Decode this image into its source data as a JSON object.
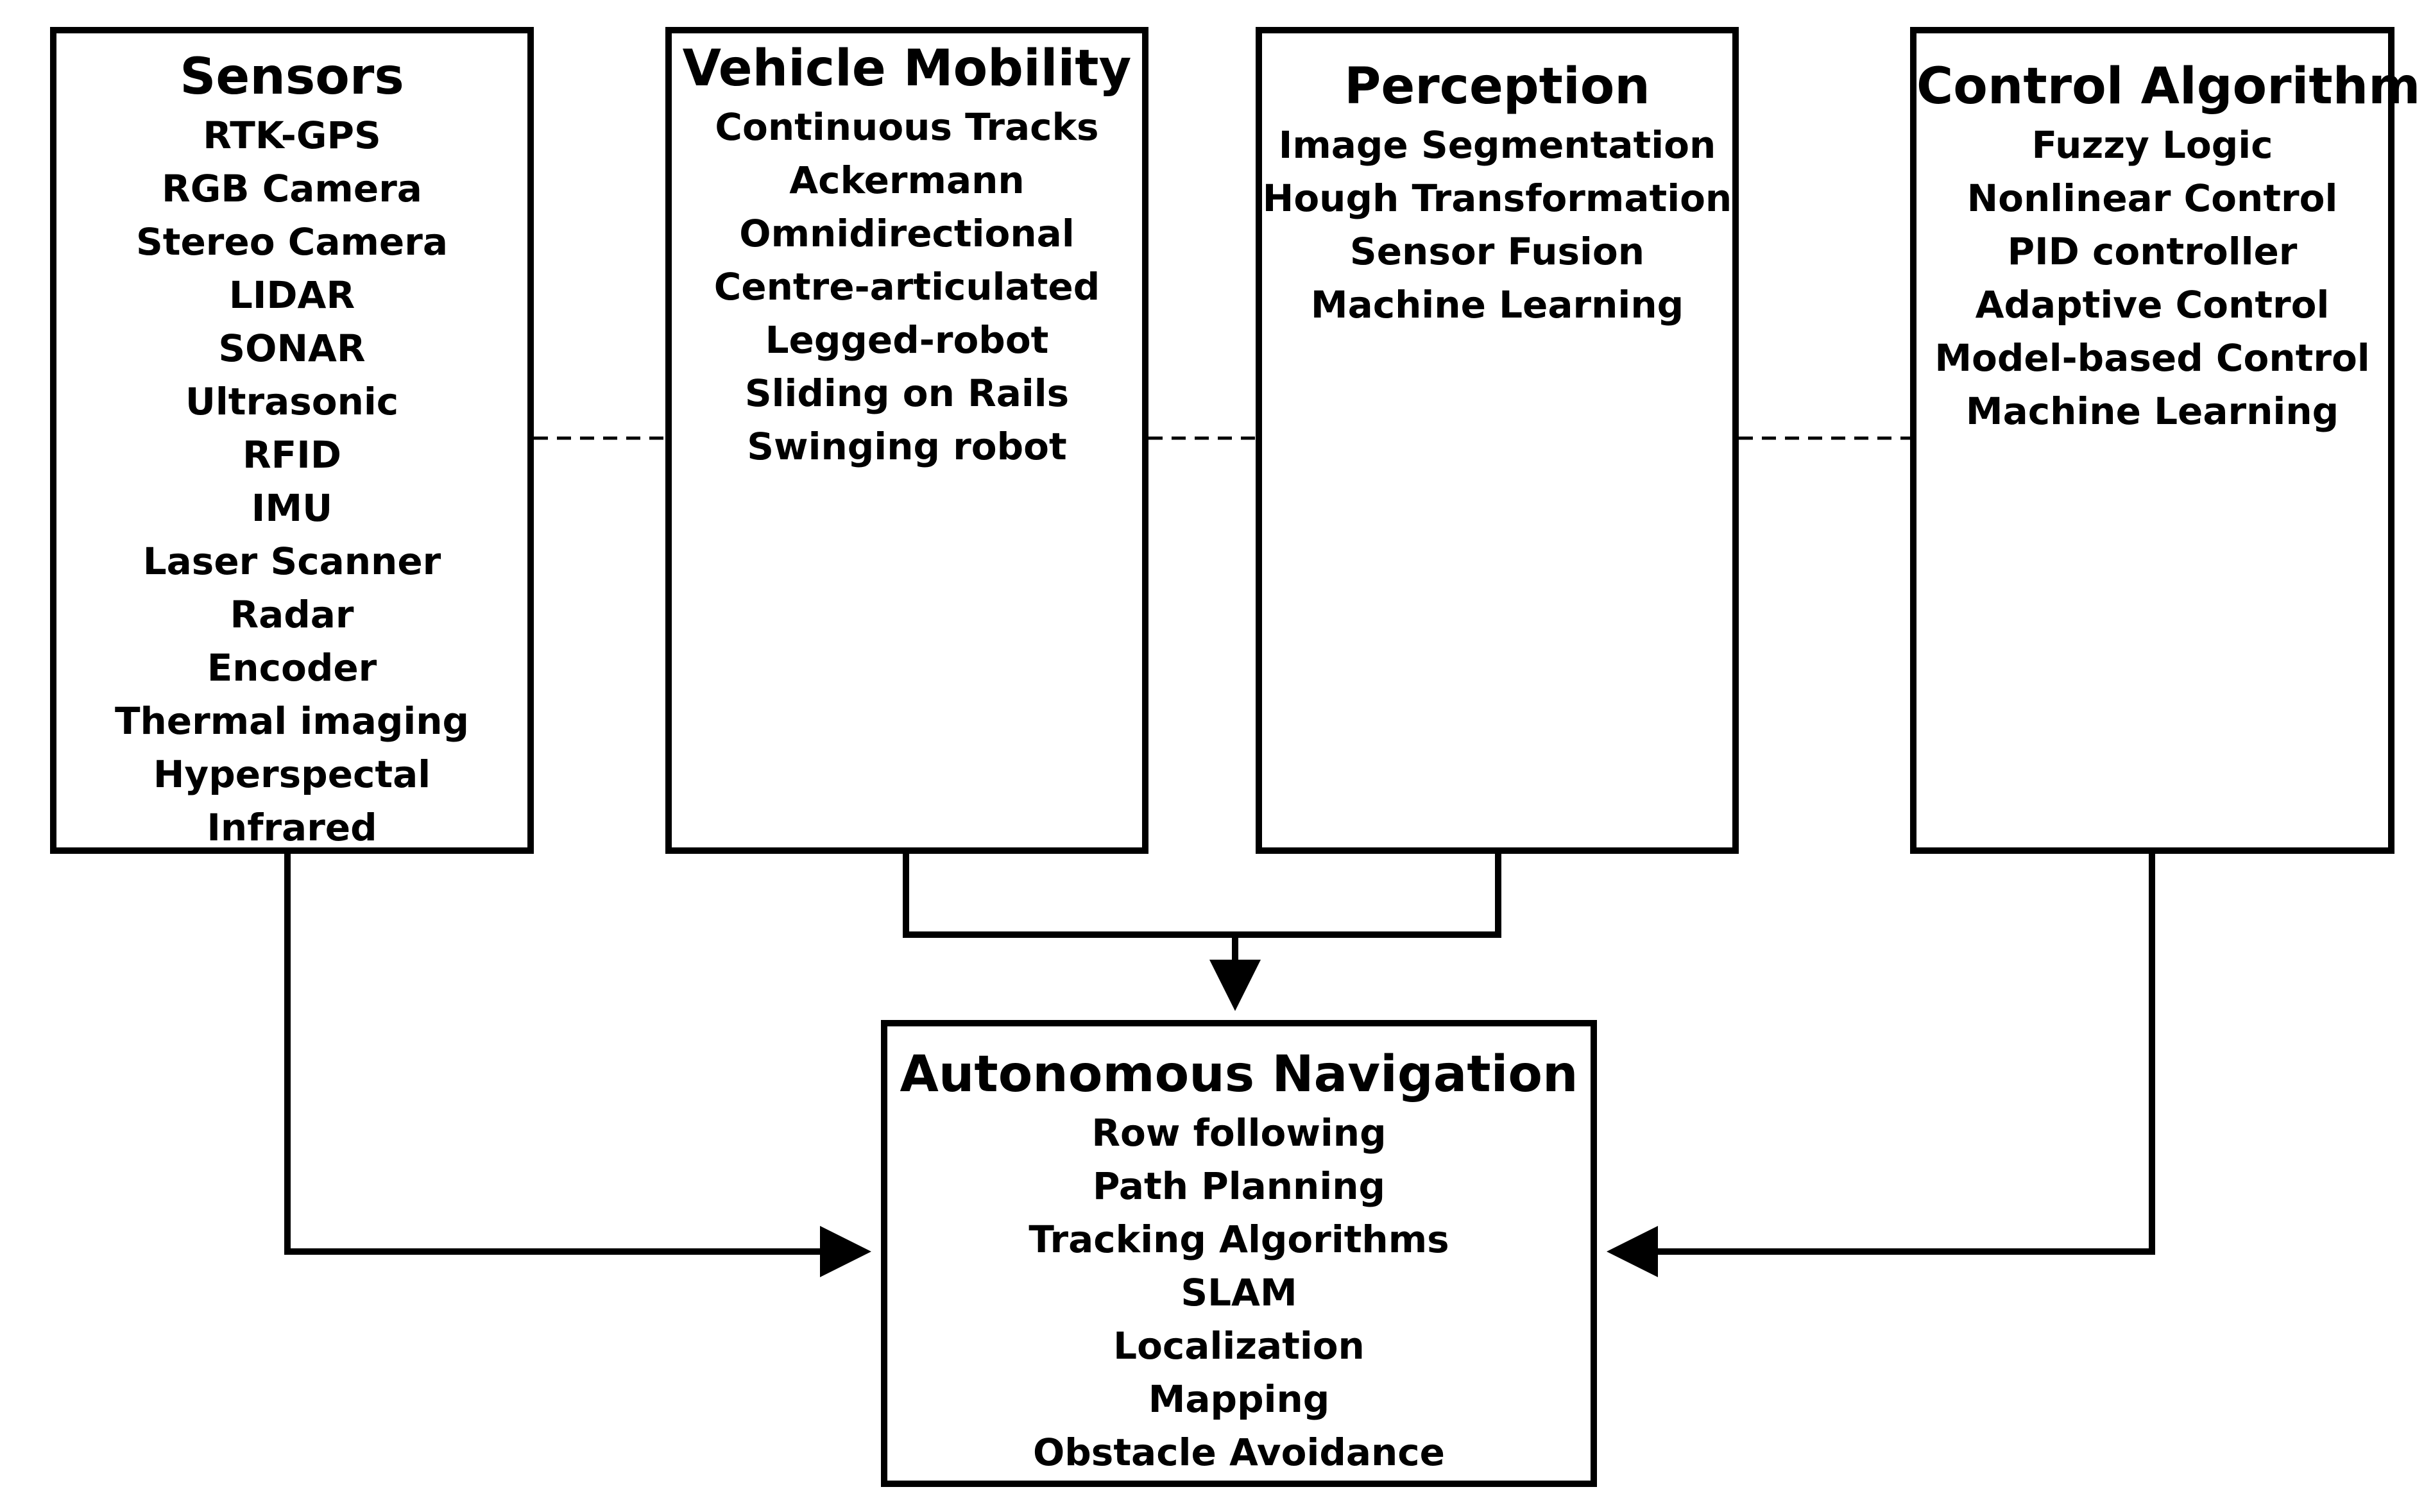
{
  "colors": {
    "stroke": "#000000",
    "background": "#ffffff"
  },
  "sensors": {
    "title": "Sensors",
    "items": [
      "RTK-GPS",
      "RGB Camera",
      "Stereo Camera",
      "LIDAR",
      "SONAR",
      "Ultrasonic",
      "RFID",
      "IMU",
      "Laser Scanner",
      "Radar",
      "Encoder",
      "Thermal imaging",
      "Hyperspectal",
      "Infrared"
    ]
  },
  "mobility": {
    "title": "Vehicle Mobility",
    "items": [
      "Continuous Tracks",
      "Ackermann",
      "Omnidirectional",
      "Centre-articulated",
      "Legged-robot",
      "Sliding on Rails",
      "Swinging robot"
    ]
  },
  "perception": {
    "title": "Perception",
    "items": [
      "Image Segmentation",
      "Hough Transformation",
      "Sensor Fusion",
      "Machine Learning"
    ]
  },
  "control": {
    "title": "Control Algorithm",
    "items": [
      "Fuzzy Logic",
      "Nonlinear Control",
      "PID controller",
      "Adaptive Control",
      "Model-based Control",
      "Machine Learning"
    ]
  },
  "navigation": {
    "title": "Autonomous Navigation",
    "items": [
      "Row following",
      "Path Planning",
      "Tracking Algorithms",
      "SLAM",
      "Localization",
      "Mapping",
      "Obstacle Avoidance"
    ]
  }
}
